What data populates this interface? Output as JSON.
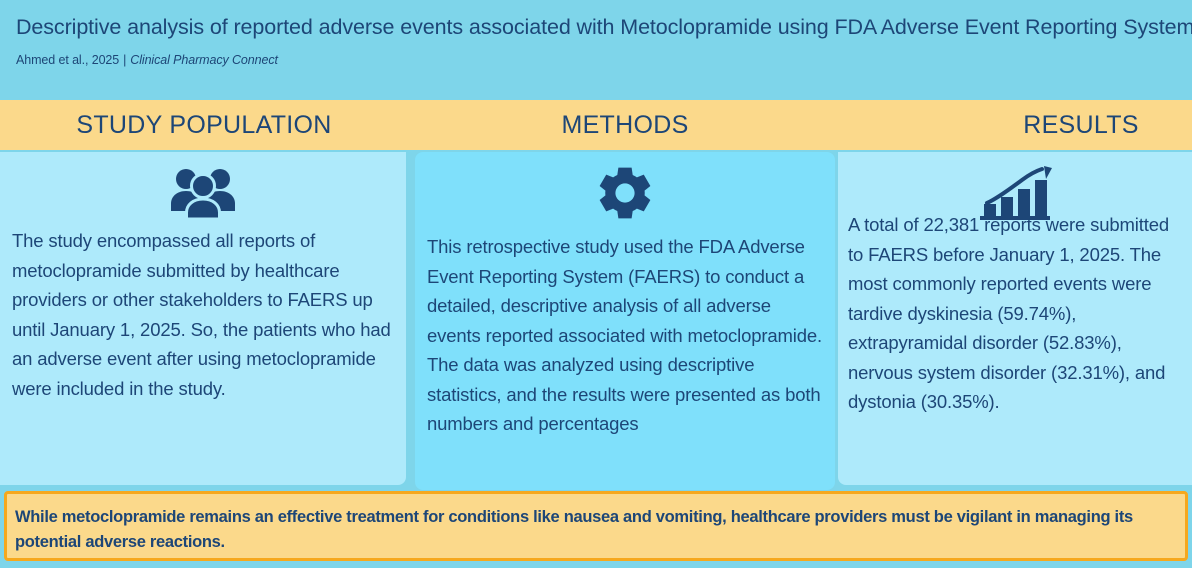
{
  "header": {
    "title": "Descriptive analysis of reported adverse events associated with Metoclopramide using FDA Adverse Event Reporting System",
    "authors": "Ahmed et al., 2025",
    "separator": "|",
    "journal": "Clinical Pharmacy Connect"
  },
  "columns": [
    {
      "heading": "STUDY POPULATION",
      "icon": "people-group-icon",
      "text": "The study encompassed all reports of metoclopramide submitted by healthcare providers or other stakeholders to FAERS up until January 1, 2025. So, the patients who had an adverse event after using metoclopramide were included in the study."
    },
    {
      "heading": "METHODS",
      "icon": "gear-icon",
      "text": "This retrospective study used the FDA Adverse Event Reporting System (FAERS) to conduct a detailed, descriptive analysis of all adverse events reported associated with metoclopramide. The data was analyzed using descriptive statistics, and the results were presented as both numbers and percentages"
    },
    {
      "heading": "RESULTS",
      "icon": "bar-chart-growth-icon",
      "text": "A total of 22,381 reports were submitted to FAERS before January 1, 2025. The most commonly reported events were tardive dyskinesia (59.74%), extrapyramidal disorder (52.83%), nervous system disorder (32.31%), and dystonia (30.35%)."
    }
  ],
  "conclusion": {
    "text": "While metoclopramide remains an effective treatment for conditions like nausea and vomiting, healthcare providers must be vigilant in managing its potential adverse reactions."
  },
  "colors": {
    "page_background": "#7ed5ea",
    "band_background": "#fbd98b",
    "column_light": "#aeeafb",
    "column_accent": "#7fe0fb",
    "text_navy": "#1d4677",
    "conclusion_border": "#f6a81d"
  }
}
